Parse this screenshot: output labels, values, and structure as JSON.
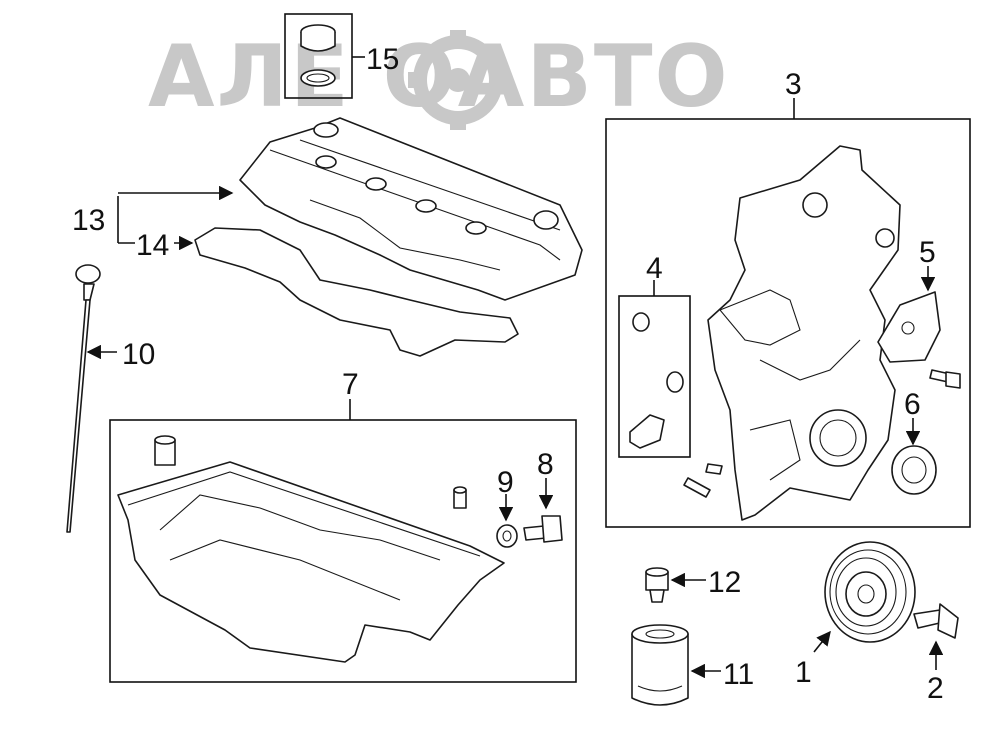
{
  "watermark": {
    "text": "АЛЕ ОАВТО"
  },
  "callouts": [
    "1",
    "2",
    "3",
    "4",
    "5",
    "6",
    "7",
    "8",
    "9",
    "10",
    "11",
    "12",
    "13",
    "14",
    "15"
  ]
}
